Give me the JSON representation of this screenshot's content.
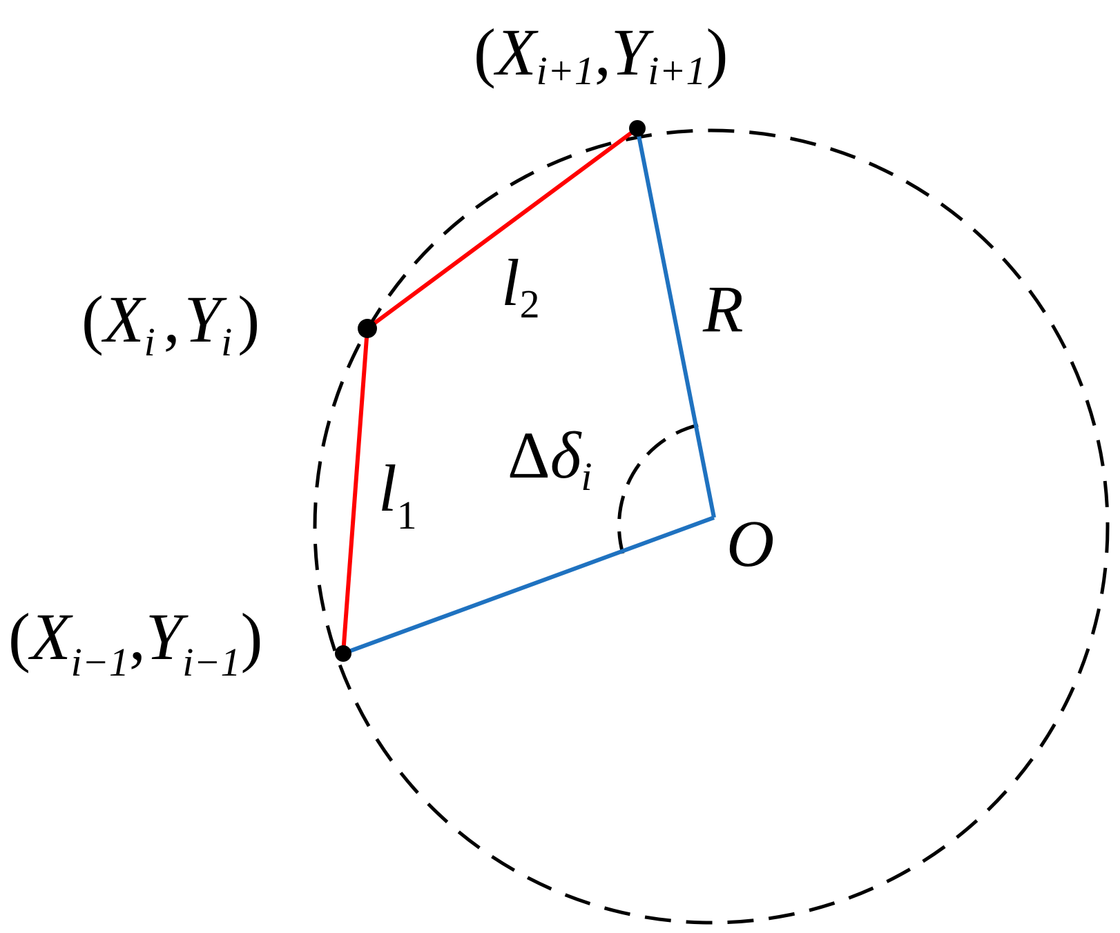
{
  "colors": {
    "chord": "#ff0000",
    "radius": "#1f72c0",
    "outline": "#000000"
  },
  "labels": {
    "p_next": {
      "open": "(",
      "x": "X",
      "x_sub": "i+1",
      "comma": ",",
      "y": "Y",
      "y_sub": "i+1",
      "close": ")"
    },
    "p_cur": {
      "open": "(",
      "x": "X",
      "x_sub": "i",
      "comma": ",",
      "y": "Y",
      "y_sub": "i",
      "close": ")"
    },
    "p_prev": {
      "open": "(",
      "x": "X",
      "x_sub": "i−1",
      "comma": ",",
      "y": "Y",
      "y_sub": "i−1",
      "close": ")"
    },
    "l1": {
      "base": "l",
      "sub": "1"
    },
    "l2": {
      "base": "l",
      "sub": "2"
    },
    "radius": "R",
    "angle": {
      "delta": "Δ",
      "symbol": "δ",
      "sub": "i"
    },
    "center": "O"
  }
}
